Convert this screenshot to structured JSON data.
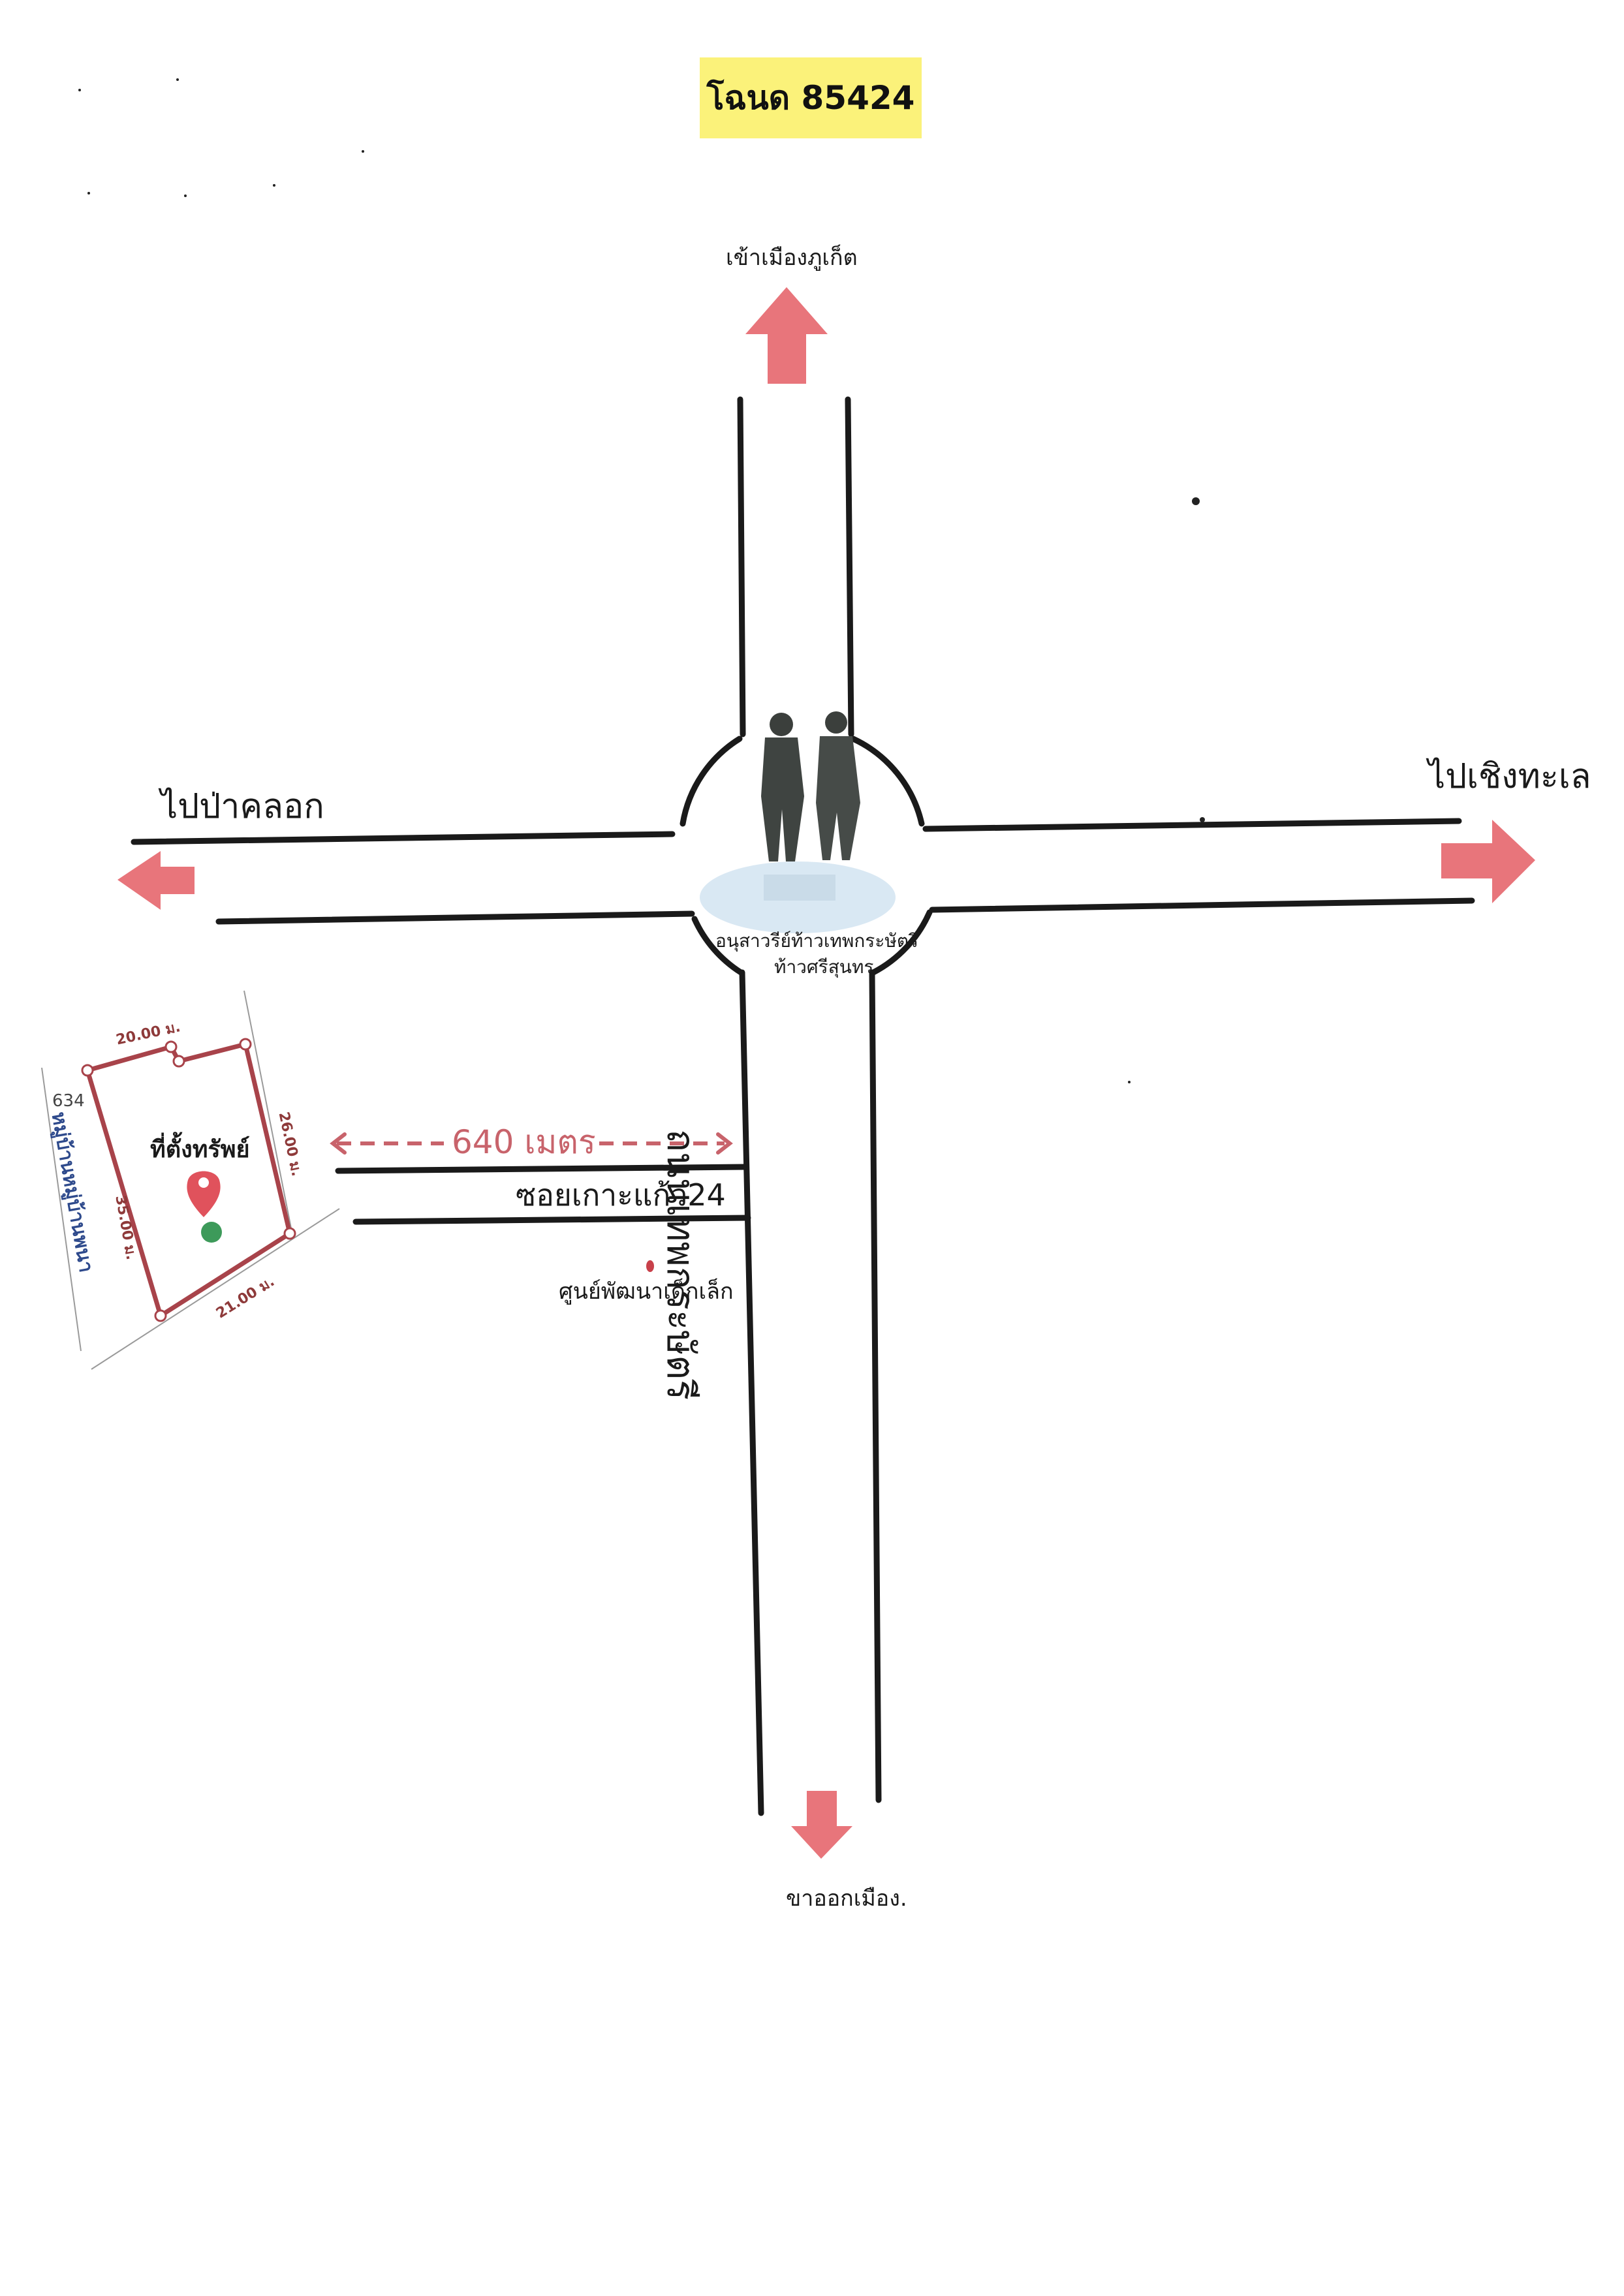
{
  "title": "โฉนด 85424",
  "directions": {
    "north": "เข้าเมืองภูเก็ต",
    "west": "ไปป่าคลอก",
    "east": "ไปเชิงทะเล",
    "south": "ขาออกเมือง."
  },
  "monument": {
    "line1": "อนุสาวรีย์ท้าวเทพกระษัตรี",
    "line2": "ท้าวศรีสุนทร"
  },
  "main_road": "ถนนเทพกระษัตรี",
  "soi": "ซอยเกาะแก้ว24",
  "distance": "640 เมตร",
  "landmark": "ศูนย์พัฒนาเด็กเล็ก",
  "plot": {
    "label": "ที่ตั้งทรัพย์",
    "side_top": "20.00 ม.",
    "side_right": "26.00 ม.",
    "side_bottom": "21.00 ม.",
    "side_left": "35.00 ม.",
    "parcel_number": "634",
    "adjacent_road": "หมู่บ้านหมู่บ้านพนา"
  },
  "colors": {
    "arrow": "#e8757b",
    "road": "#1a1a1a",
    "plot_outline": "#a8434a",
    "title_bg": "#fbf27a",
    "pin": "#e0525c",
    "dot": "#3d9a5a"
  }
}
